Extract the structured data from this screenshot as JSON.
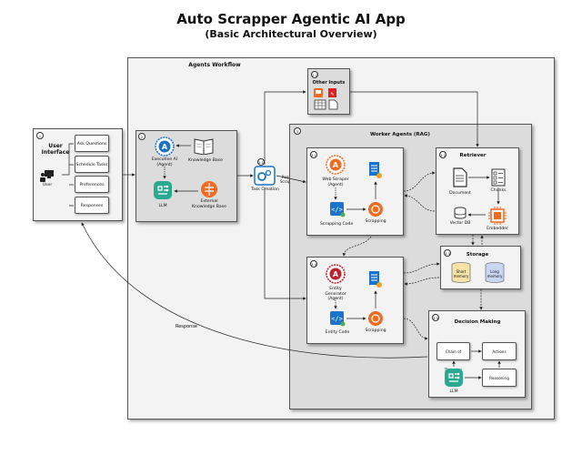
{
  "title": "Auto Scrapper Agentic AI App",
  "subtitle": "(Basic Architectural Overview)",
  "agents_workflow": {
    "label": "Agents Workflow"
  },
  "user_interface": {
    "num": "1",
    "label": "User Interface",
    "user_label": "User",
    "buttons": [
      "Ask Questions",
      "Schedule Tasks",
      "Preferences",
      "Responses"
    ]
  },
  "orchestrator": {
    "num": "2",
    "executive_label": "Executive AI (Agent)",
    "kb_label": "Knowledge Base",
    "llm_label": "LLM",
    "ext_kb_label": "External Knowledge Base"
  },
  "task_creation": {
    "num": "2.1",
    "label": "Task Creation",
    "edge_label": "Request Scrapping"
  },
  "other_inputs": {
    "num": "2.2",
    "label": "Other Inputs"
  },
  "worker_agents": {
    "num": "3",
    "label": "Worker Agents (RAG)",
    "web_scraper": {
      "num": "3.1",
      "label": "Web Scraper (Agent)",
      "code_label": "Scrapping Code",
      "scrapping_label": "Scrapping"
    },
    "entity_generator": {
      "num": "3.4",
      "label": "Entity Generator (Agent)",
      "code_label": "Entity Code",
      "scrapping_label": "Scrapping"
    },
    "retriever": {
      "num": "3.2",
      "label": "Retriever",
      "document_label": "Document",
      "chunks_label": "Chunks",
      "vectordb_label": "Vector DB",
      "embedder_label": "Embedder"
    },
    "storage": {
      "num": "3.3",
      "label": "Storage",
      "short_memory": "Short memory",
      "long_memory": "Long memory"
    },
    "decision_making": {
      "num": "3.5",
      "label": "Decision Making",
      "chain_label": "Chain of Thoughts",
      "actions_label": "Actions",
      "reasoning_label": "Reasoning",
      "llm_label": "LLM"
    }
  },
  "response_label": "Response"
}
